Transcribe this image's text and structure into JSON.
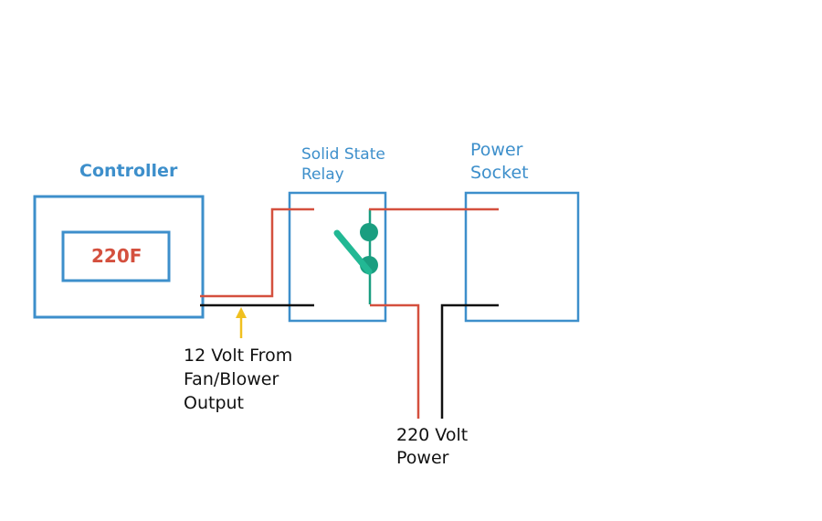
{
  "diagram": {
    "components": {
      "controller": {
        "label": "Controller",
        "display_value": "220F"
      },
      "relay": {
        "label_line1": "Solid State",
        "label_line2": "Relay"
      },
      "socket": {
        "label_line1": "Power",
        "label_line2": "Socket"
      }
    },
    "annotations": {
      "input": {
        "line1": "12 Volt From",
        "line2": "Fan/Blower",
        "line3": "Output"
      },
      "mains": {
        "line1": "220 Volt",
        "line2": "Power"
      }
    },
    "colors": {
      "box": "#3d8fcb",
      "hot_wire": "#d4503e",
      "neutral_wire": "#111111",
      "switch": "#1a9e80",
      "arrow": "#f0c020",
      "display_text": "#d4503e"
    }
  }
}
